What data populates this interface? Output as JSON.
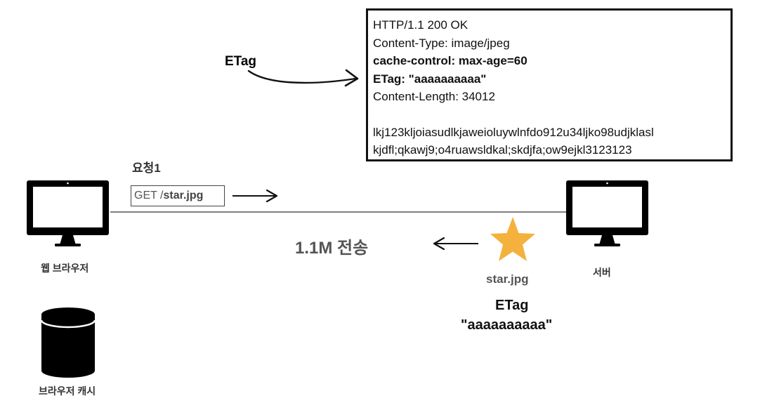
{
  "response": {
    "lines": [
      "HTTP/1.1 200 OK",
      "Content-Type: image/jpeg",
      "cache-control: max-age=60",
      "ETag: \"aaaaaaaaaa\"",
      "Content-Length: 34012",
      "lkj123kljoiasudlkjaweioluywlnfdo912u34ljko98udjklasl",
      "kjdfl;qkawj9;o4ruawsldkal;skdjfa;ow9ejkl3123123"
    ]
  },
  "etag_arrow_label": "ETag",
  "request": {
    "title": "요청1",
    "method": "GET /",
    "path": "star.jpg"
  },
  "transfer_label": "1.1M 전송",
  "browser_label": "웹 브라우저",
  "server_label": "서버",
  "cache_label": "브라우저 캐시",
  "resource": {
    "file_name": "star.jpg",
    "etag_title": "ETag",
    "etag_value": "\"aaaaaaaaaa\""
  },
  "colors": {
    "star": "#F4B13D",
    "ink": "#111111",
    "muted_text": "#555555"
  }
}
